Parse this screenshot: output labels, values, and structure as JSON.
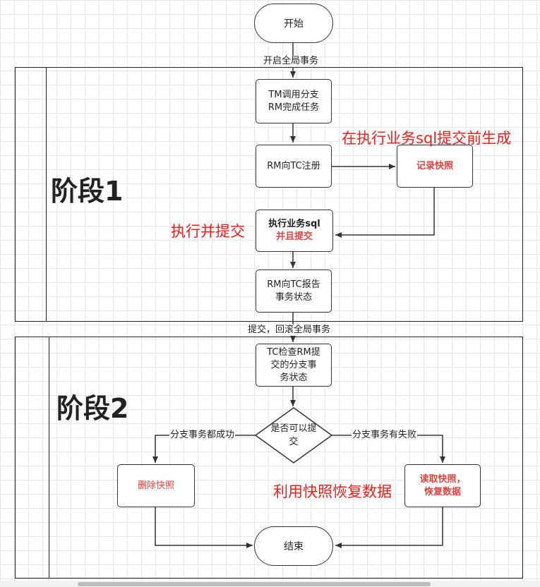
{
  "nodes": {
    "start": "开始",
    "tm_branch": [
      "TM调用分支",
      "RM完成任务"
    ],
    "rm_register": "RM向TC注册",
    "snapshot": "记录快照",
    "exec": [
      "执行业务sql",
      "并且提交"
    ],
    "report": [
      "RM向TC报告",
      "事务状态"
    ],
    "tc_check": [
      "TC检查RM提",
      "交的分支事",
      "务状态"
    ],
    "decision": [
      "是否可以提",
      "交"
    ],
    "delete_snapshot": "删除快照",
    "restore": [
      "读取快照，",
      "恢复数据"
    ],
    "end": "结束"
  },
  "edge_labels": {
    "open_global": "开启全局事务",
    "commit_rollback": "提交，回滚全局事务",
    "all_success": "分支事务都成功",
    "some_failed": "分支事务有失败"
  },
  "annotations": {
    "before_commit": "在执行业务sql提交前生成",
    "exec_commit": "执行并提交",
    "restore_with_snapshot": "利用快照恢复数据"
  },
  "phases": {
    "phase1": "阶段1",
    "phase2": "阶段2"
  },
  "colors": {
    "red_text": "#e0443e",
    "annotation_red": "#e8211c",
    "stroke": "#333333"
  }
}
